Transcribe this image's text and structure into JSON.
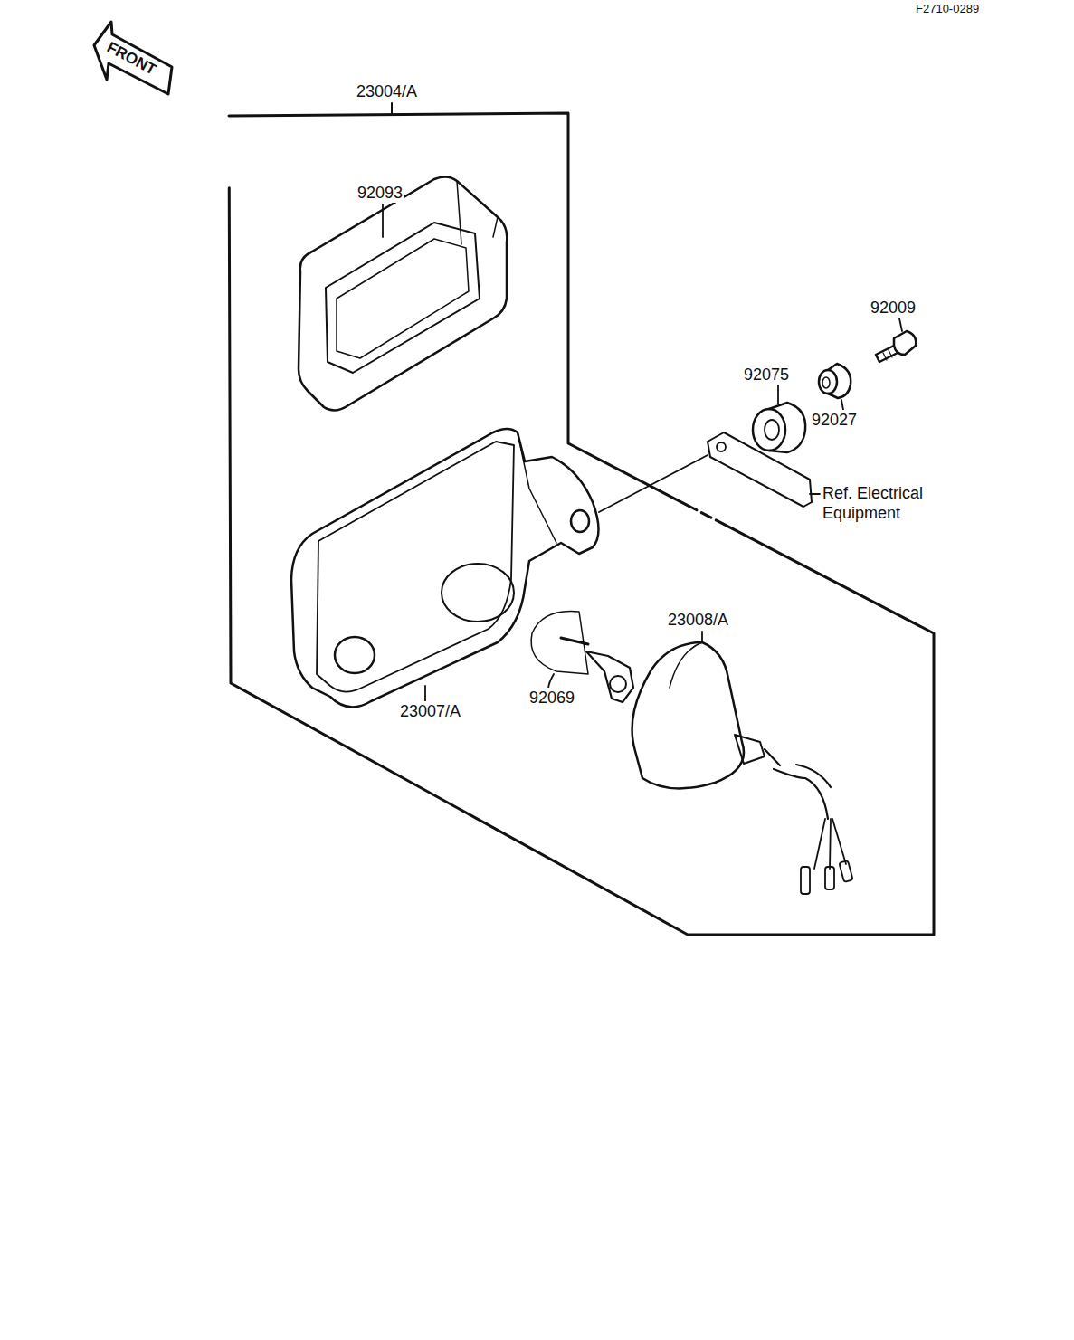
{
  "diagram": {
    "labels": [
      "F2710-0289",
      "FRONT",
      "23004/A",
      "92093",
      "92009",
      "92075",
      "92027",
      "Ref. Electrical Equipment",
      "23008/A",
      "23007/A",
      "92069"
    ]
  }
}
